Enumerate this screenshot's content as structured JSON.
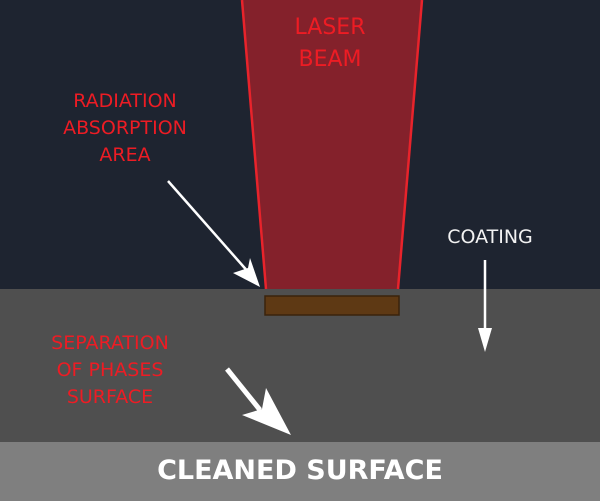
{
  "labels": {
    "laser_beam": [
      "LASER",
      "BEAM"
    ],
    "radiation_absorption_area": [
      "RADIATION",
      "ABSORPTION",
      "AREA"
    ],
    "coating": "COATING",
    "separation_of_phases_surface": [
      "SEPARATION",
      "OF PHASES",
      "SURFACE"
    ],
    "cleaned_surface": "CLEANED SURFACE"
  },
  "colors": {
    "background": "#1e2430",
    "beam_fill": "#84212b",
    "beam_edge": "#e8232b",
    "coating": "#4f4f4f",
    "absorption_area": "#5e3914",
    "cleaned_surface": "#7f7f7f",
    "label_red": "#ed1c24"
  }
}
